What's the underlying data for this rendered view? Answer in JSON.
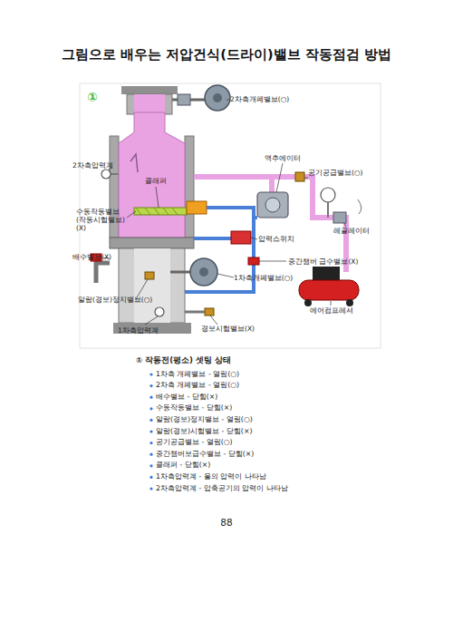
{
  "diagram": {
    "title": "그림으로 배우는 저압건식(드라이)밸브 작동점검 방법",
    "labels": [
      "①",
      "2차측개폐밸브(○)",
      "2차측압력계",
      "클래퍼",
      "액추에이터",
      "공기공급밸브(○)",
      "수동작동밸브 (작동시험밸브) (X)",
      "압력스위치",
      "레귤레이터",
      "배수밸브(X)",
      "중간챔버 급수밸브(X)",
      "1차측개폐밸브(○)",
      "알람(경보)정지밸브(○)",
      "에어컴프레셔",
      "1차측압력계",
      "경보시험밸브(X)",
      "① 작동전(평소) 셋팅 상태",
      "1차측 개폐밸브 - 열림(○)",
      "2차측 개폐밸브 - 열림(○)",
      "배수밸브 - 닫힘(×)",
      "수동작동밸브 - 닫힘(×)",
      "알람(경보)정지밸브 - 열림(○)",
      "알람(경보)시험밸브 - 닫힘(×)",
      "공기공급밸브 - 열림(○)",
      "중간챔버보급수밸브 - 닫힘(×)",
      "클래퍼 - 닫힘(×)",
      "1차측압력계 - 물의 압력이 나타남",
      "2차측압력계 - 압축공기의 압력이 나타남",
      "88"
    ]
  }
}
